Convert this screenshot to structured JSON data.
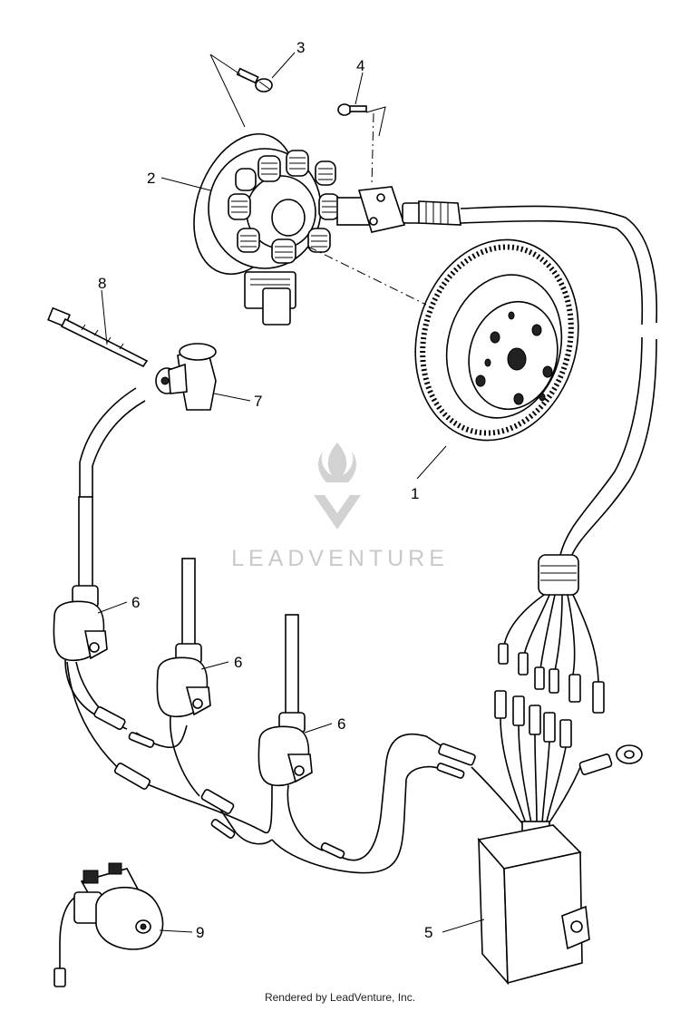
{
  "diagram": {
    "callouts": [
      {
        "id": "1",
        "text": "1"
      },
      {
        "id": "2",
        "text": "2"
      },
      {
        "id": "3",
        "text": "3"
      },
      {
        "id": "4",
        "text": "4"
      },
      {
        "id": "5",
        "text": "5"
      },
      {
        "id": "6a",
        "text": "6"
      },
      {
        "id": "6b",
        "text": "6"
      },
      {
        "id": "6c",
        "text": "6"
      },
      {
        "id": "7",
        "text": "7"
      },
      {
        "id": "8",
        "text": "8"
      },
      {
        "id": "9",
        "text": "9"
      }
    ]
  },
  "watermark": {
    "text": "LEADVENTURE",
    "color": "#c9c9c9"
  },
  "footer": {
    "text": "Rendered by LeadVenture, Inc."
  }
}
